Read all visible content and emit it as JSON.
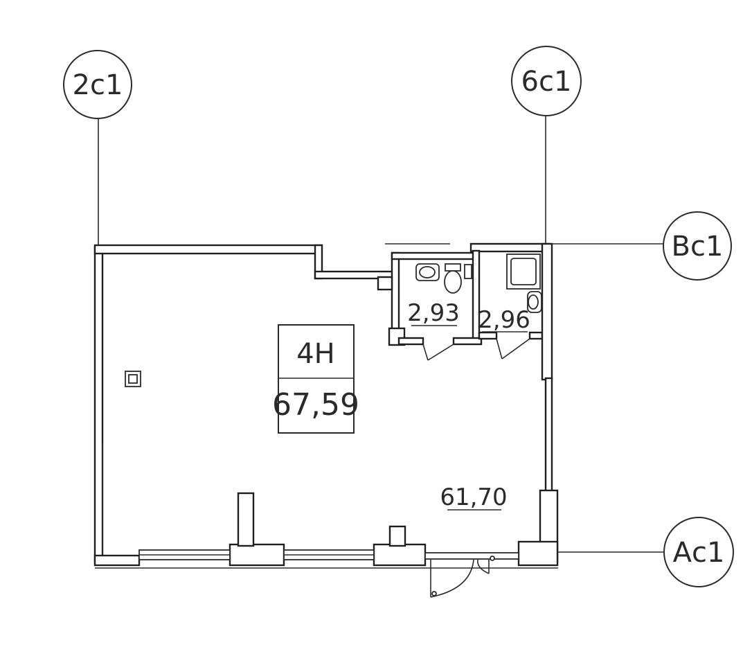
{
  "axes": {
    "a_2c1": "2с1",
    "a_6c1": "6с1",
    "a_bc1": "Вс1",
    "a_ac1": "Ас1"
  },
  "unit": {
    "code": "4Н",
    "total_area": "67,59"
  },
  "rooms": {
    "main_area": "61,70",
    "wc1_area": "2,93",
    "wc2_area": "2,96"
  }
}
